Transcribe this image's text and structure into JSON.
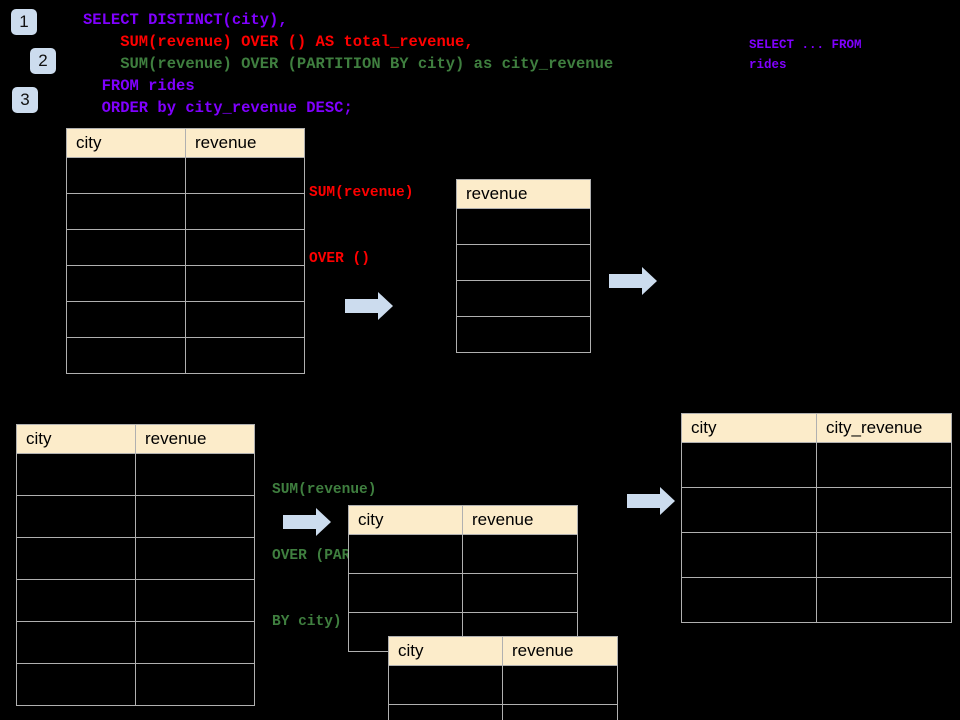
{
  "diagram": {
    "background_color": "#000000",
    "header_fill": "#fcecca",
    "grid_line_color": "#b0b0b0",
    "accent_color": "#ccdcee"
  },
  "badges": [
    {
      "label": "1"
    },
    {
      "label": "2"
    },
    {
      "label": "3"
    }
  ],
  "sql": {
    "lines": [
      {
        "text": "SELECT DISTINCT(city),",
        "color": "#8000ff"
      },
      {
        "text": "    SUM(revenue) OVER () AS total_revenue,",
        "color": "#ff0000"
      },
      {
        "text": "    SUM(revenue) OVER (PARTITION BY city) as city_revenue",
        "color": "#3f7f3f"
      },
      {
        "text": "  FROM rides",
        "color": "#8000ff"
      },
      {
        "text": "  ORDER by city_revenue DESC;",
        "color": "#8000ff"
      }
    ],
    "side_note": {
      "line1": "SELECT ... FROM",
      "line2": "rides",
      "color": "#8000ff"
    }
  },
  "annotations": [
    {
      "id": "total-revenue-annotation",
      "line1": "SUM(revenue)",
      "line2": "OVER ()",
      "line3": "",
      "color": "#ff0000"
    },
    {
      "id": "city-revenue-annotation",
      "line1": "SUM(revenue)",
      "line2": "OVER (PARTITION",
      "line3": "BY city)",
      "color": "#3f7f3f"
    }
  ],
  "tables": [
    {
      "id": "rides-source-table",
      "columns": [
        "city",
        "revenue"
      ],
      "rows": [
        [
          "",
          ""
        ],
        [
          "",
          ""
        ],
        [
          "",
          ""
        ],
        [
          "",
          ""
        ],
        [
          "",
          ""
        ],
        [
          "",
          ""
        ]
      ]
    },
    {
      "id": "total-revenue-table",
      "columns": [
        "revenue"
      ],
      "rows": [
        [
          ""
        ],
        [
          ""
        ],
        [
          ""
        ],
        [
          ""
        ]
      ]
    },
    {
      "id": "rides-source-table-2",
      "columns": [
        "city",
        "revenue"
      ],
      "rows": [
        [
          "",
          ""
        ],
        [
          "",
          ""
        ],
        [
          "",
          ""
        ],
        [
          "",
          ""
        ],
        [
          "",
          ""
        ],
        [
          "",
          ""
        ]
      ]
    },
    {
      "id": "partition-table-back",
      "columns": [
        "city",
        "revenue"
      ],
      "rows": [
        [
          "",
          ""
        ],
        [
          "",
          ""
        ],
        [
          "",
          ""
        ]
      ]
    },
    {
      "id": "partition-table-front",
      "columns": [
        "city",
        "revenue"
      ],
      "rows": [
        [
          "",
          ""
        ],
        [
          "",
          ""
        ]
      ]
    },
    {
      "id": "city-revenue-result-table",
      "columns": [
        "city",
        "city_revenue"
      ],
      "rows": [
        [
          "",
          ""
        ],
        [
          "",
          ""
        ],
        [
          "",
          ""
        ],
        [
          "",
          ""
        ]
      ]
    }
  ],
  "arrows": [
    {
      "id": "arrow-source-to-total"
    },
    {
      "id": "arrow-total-to-result"
    },
    {
      "id": "arrow-source-to-partition"
    },
    {
      "id": "arrow-partition-to-result"
    }
  ]
}
